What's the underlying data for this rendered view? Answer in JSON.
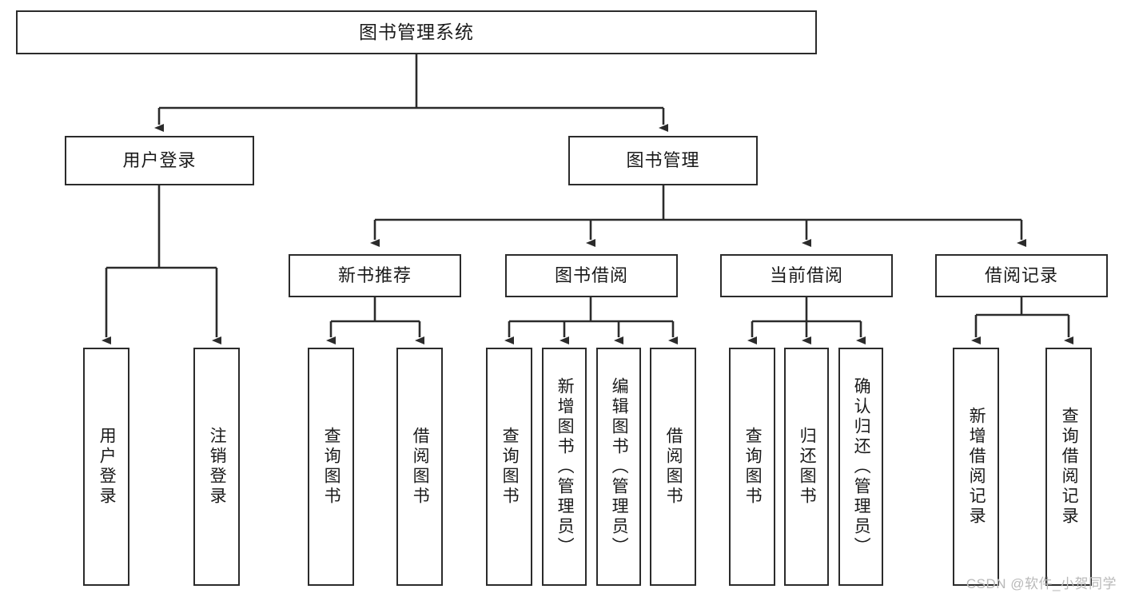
{
  "diagram": {
    "type": "tree-hierarchy",
    "root": {
      "id": "root",
      "label": "图书管理系统"
    },
    "level2": [
      {
        "id": "user-login",
        "label": "用户登录"
      },
      {
        "id": "book-management",
        "label": "图书管理"
      }
    ],
    "level3": [
      {
        "id": "new-book-recommend",
        "label": "新书推荐",
        "parent": "book-management"
      },
      {
        "id": "book-borrow",
        "label": "图书借阅",
        "parent": "book-management"
      },
      {
        "id": "current-borrow",
        "label": "当前借阅",
        "parent": "book-management"
      },
      {
        "id": "borrow-record",
        "label": "借阅记录",
        "parent": "book-management"
      }
    ],
    "leaves": [
      {
        "id": "leaf-user-login",
        "label": "用户登录",
        "parent": "user-login"
      },
      {
        "id": "leaf-logout",
        "label": "注销登录",
        "parent": "user-login"
      },
      {
        "id": "leaf-query-book-1",
        "label": "查询图书",
        "parent": "new-book-recommend"
      },
      {
        "id": "leaf-borrow-book-1",
        "label": "借阅图书",
        "parent": "new-book-recommend"
      },
      {
        "id": "leaf-query-book-2",
        "label": "查询图书",
        "parent": "book-borrow"
      },
      {
        "id": "leaf-add-book",
        "label": "新增图书（管理员）",
        "parent": "book-borrow"
      },
      {
        "id": "leaf-edit-book",
        "label": "编辑图书（管理员）",
        "parent": "book-borrow"
      },
      {
        "id": "leaf-borrow-book-2",
        "label": "借阅图书",
        "parent": "book-borrow"
      },
      {
        "id": "leaf-query-book-3",
        "label": "查询图书",
        "parent": "current-borrow"
      },
      {
        "id": "leaf-return-book",
        "label": "归还图书",
        "parent": "current-borrow"
      },
      {
        "id": "leaf-confirm-return",
        "label": "确认归还（管理员）",
        "parent": "current-borrow"
      },
      {
        "id": "leaf-add-record",
        "label": "新增借阅记录",
        "parent": "borrow-record"
      },
      {
        "id": "leaf-query-record",
        "label": "查询借阅记录",
        "parent": "borrow-record"
      }
    ],
    "colors": {
      "stroke": "#2b2b2b",
      "fill": "#ffffff",
      "text": "#1a1a1a",
      "watermark": "#b9b9b9"
    }
  },
  "watermark": {
    "text": "CSDN @软件_小贺同学"
  }
}
